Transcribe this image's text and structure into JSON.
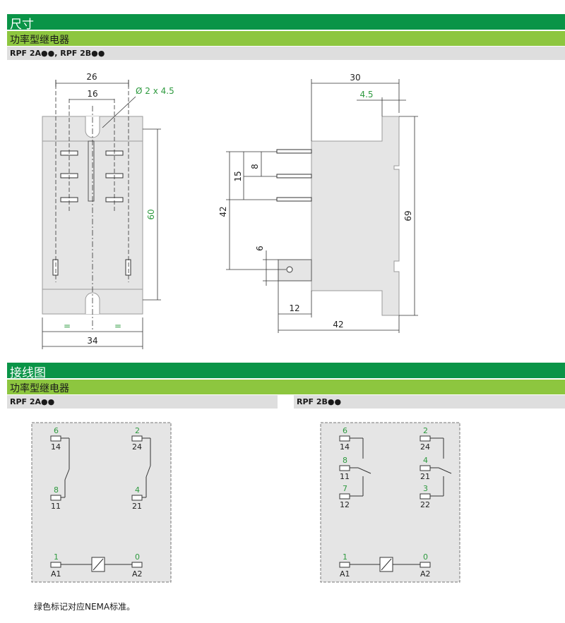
{
  "section1": {
    "title": "尺寸",
    "subtitle": "功率型继电器",
    "models": "RPF 2A●●, RPF 2B●●"
  },
  "dimensions": {
    "front": {
      "width_top": "26",
      "pitch": "16",
      "hole": "Ø 2 x 4.5",
      "height": "60",
      "eq_left": "=",
      "eq_right": "=",
      "width_bottom": "34"
    },
    "side": {
      "depth_top": "30",
      "flange": "4.5",
      "pin_gap": "8",
      "pin_span": "15",
      "pin_to_term": "42",
      "height": "69",
      "term": "6",
      "term_depth": "12",
      "depth_bottom": "42"
    }
  },
  "section2": {
    "title": "接线图",
    "subtitle": "功率型继电器",
    "model_a": "RPF 2A●●",
    "model_b": "RPF 2B●●"
  },
  "wiring_a": {
    "left_top_nema": "6",
    "left_top_iec": "14",
    "left_bot_nema": "8",
    "left_bot_iec": "11",
    "right_top_nema": "2",
    "right_top_iec": "24",
    "right_bot_nema": "4",
    "right_bot_iec": "21",
    "coil_left_nema": "1",
    "coil_left_iec": "A1",
    "coil_right_nema": "0",
    "coil_right_iec": "A2"
  },
  "wiring_b": {
    "l1_nema": "6",
    "l1_iec": "14",
    "l2_nema": "8",
    "l2_iec": "11",
    "l3_nema": "7",
    "l3_iec": "12",
    "r1_nema": "2",
    "r1_iec": "24",
    "r2_nema": "4",
    "r2_iec": "21",
    "r3_nema": "3",
    "r3_iec": "22",
    "coil_left_nema": "1",
    "coil_left_iec": "A1",
    "coil_right_nema": "0",
    "coil_right_iec": "A2"
  },
  "footnote": "绿色标记对应NEMA标准。",
  "colors": {
    "header_dark": "#0a9447",
    "header_light": "#8dc63f",
    "model_bar": "#dedede",
    "nema_green": "#2e9a3f",
    "part_fill": "#e5e5e5"
  }
}
